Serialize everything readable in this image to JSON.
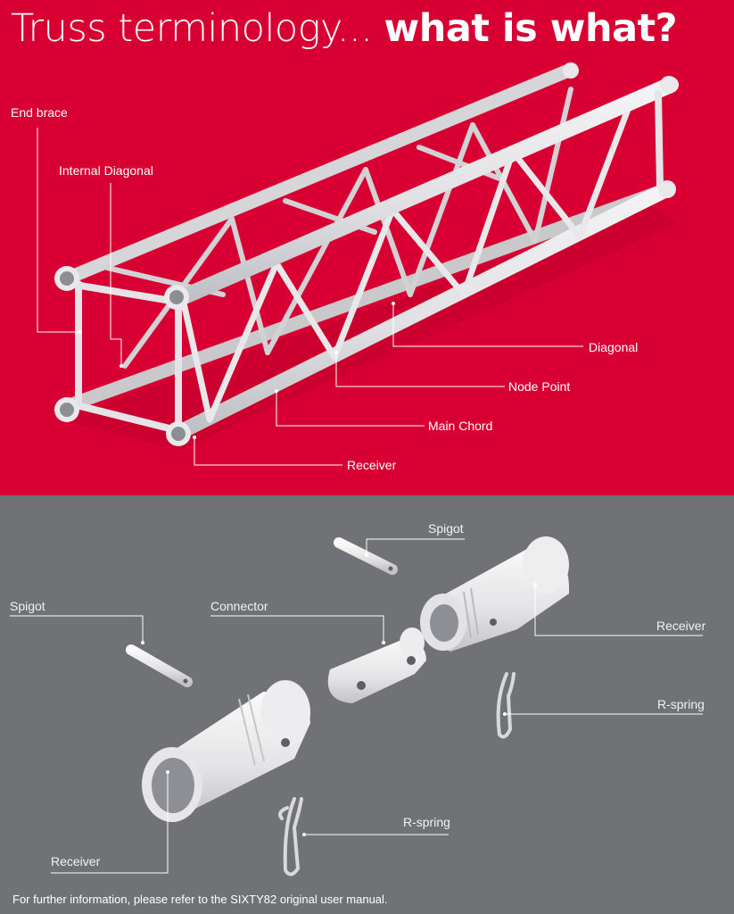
{
  "title": {
    "light": "Truss terminology... ",
    "bold": "what is what?"
  },
  "truss_labels": {
    "end_brace": "End brace",
    "internal_diagonal": "Internal Diagonal",
    "diagonal": "Diagonal",
    "node_point": "Node Point",
    "main_chord": "Main Chord",
    "receiver": "Receiver"
  },
  "parts_labels": {
    "spigot_top": "Spigot",
    "spigot_left": "Spigot",
    "connector": "Connector",
    "receiver_right": "Receiver",
    "r_spring_right": "R-spring",
    "r_spring_bottom": "R-spring",
    "receiver_bottom": "Receiver"
  },
  "footer": "For further information, please refer to the SIXTY82 original user manual.",
  "colors": {
    "top_background": "#d80032",
    "bottom_background": "#717276",
    "metal": "#e6e6e8",
    "label_line": "#ffffff"
  }
}
